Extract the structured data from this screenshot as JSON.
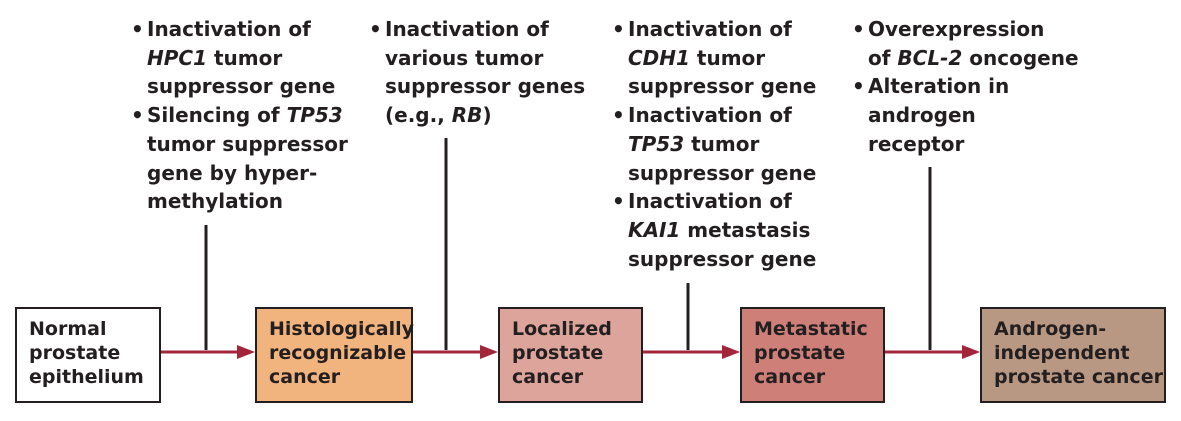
{
  "stages": [
    {
      "lines": [
        "Normal",
        "prostate",
        "epithelium"
      ],
      "color": "#ffffff"
    },
    {
      "lines": [
        "Histologically",
        "recognizable",
        "cancer"
      ],
      "color": "#f2b47e"
    },
    {
      "lines": [
        "Localized",
        "prostate",
        "cancer"
      ],
      "color": "#dca49a"
    },
    {
      "lines": [
        "Metastatic",
        "prostate",
        "cancer"
      ],
      "color": "#cd7f78"
    },
    {
      "lines": [
        "Androgen-",
        "independent",
        "prostate cancer"
      ],
      "color": "#b99883"
    }
  ],
  "annotations": [
    [
      {
        "lines": [
          [
            {
              "t": "Inactivation of"
            }
          ],
          [
            {
              "t": "HPC1",
              "i": true
            },
            {
              "t": " tumor"
            }
          ],
          [
            {
              "t": "suppressor gene"
            }
          ]
        ]
      },
      {
        "lines": [
          [
            {
              "t": "Silencing of "
            },
            {
              "t": "TP53",
              "i": true
            }
          ],
          [
            {
              "t": "tumor suppressor"
            }
          ],
          [
            {
              "t": "gene by hyper-"
            }
          ],
          [
            {
              "t": "methylation"
            }
          ]
        ]
      }
    ],
    [
      {
        "lines": [
          [
            {
              "t": "Inactivation of"
            }
          ],
          [
            {
              "t": "various tumor"
            }
          ],
          [
            {
              "t": "suppressor genes"
            }
          ],
          [
            {
              "t": "(e.g., "
            },
            {
              "t": "RB",
              "i": true
            },
            {
              "t": ")"
            }
          ]
        ]
      }
    ],
    [
      {
        "lines": [
          [
            {
              "t": "Inactivation of"
            }
          ],
          [
            {
              "t": "CDH1",
              "i": true
            },
            {
              "t": " tumor"
            }
          ],
          [
            {
              "t": "suppressor gene"
            }
          ]
        ]
      },
      {
        "lines": [
          [
            {
              "t": "Inactivation of"
            }
          ],
          [
            {
              "t": "TP53",
              "i": true
            },
            {
              "t": " tumor"
            }
          ],
          [
            {
              "t": "suppressor gene"
            }
          ]
        ]
      },
      {
        "lines": [
          [
            {
              "t": "Inactivation of"
            }
          ],
          [
            {
              "t": "KAI1",
              "i": true
            },
            {
              "t": " metastasis"
            }
          ],
          [
            {
              "t": "suppressor gene"
            }
          ]
        ]
      }
    ],
    [
      {
        "lines": [
          [
            {
              "t": "Overexpression"
            }
          ],
          [
            {
              "t": "of "
            },
            {
              "t": "BCL-2",
              "i": true
            },
            {
              "t": " oncogene"
            }
          ]
        ]
      },
      {
        "lines": [
          [
            {
              "t": "Alteration in"
            }
          ],
          [
            {
              "t": "androgen"
            }
          ],
          [
            {
              "t": "receptor"
            }
          ]
        ]
      }
    ]
  ],
  "colors": {
    "arrow": "#a3243b",
    "line": "#231f20"
  }
}
